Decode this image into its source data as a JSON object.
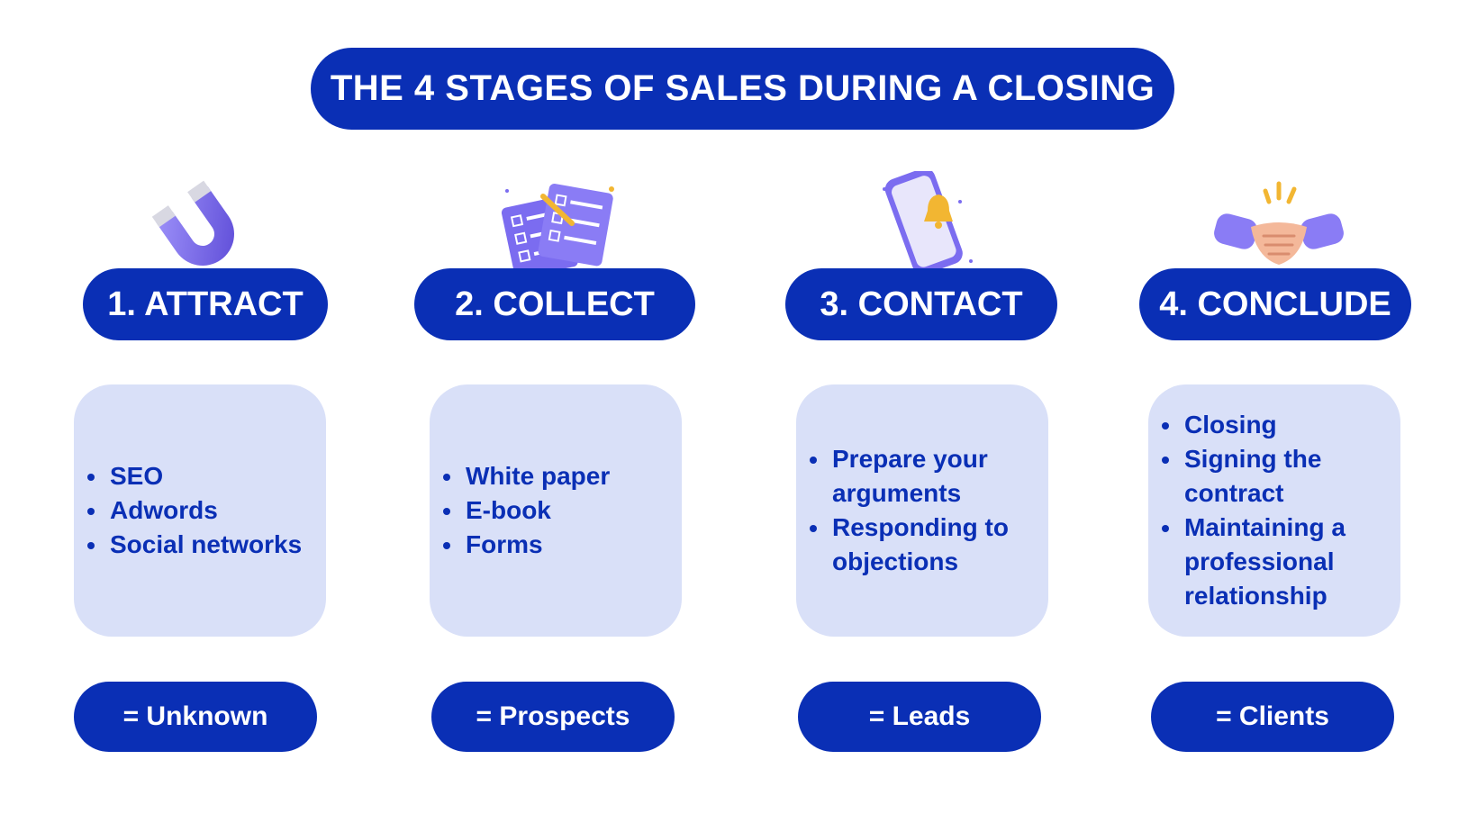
{
  "title": "THE 4 STAGES OF SALES DURING A CLOSING",
  "colors": {
    "primary": "#0a2fb5",
    "box_fill": "#d9e0f8",
    "icon_purple": "#7b6cf0",
    "icon_gold": "#f2b632"
  },
  "stages": [
    {
      "label": "1. ATTRACT",
      "icon": "magnet-icon",
      "items": [
        "SEO",
        "Adwords",
        "Social networks"
      ],
      "result": "= Unknown"
    },
    {
      "label": "2. COLLECT",
      "icon": "checklist-icon",
      "items": [
        "White paper",
        "E-book",
        "Forms"
      ],
      "result": "= Prospects"
    },
    {
      "label": "3. CONTACT",
      "icon": "phone-notification-icon",
      "items": [
        "Prepare your arguments",
        "Responding to objections"
      ],
      "result": "= Leads"
    },
    {
      "label": "4. CONCLUDE",
      "icon": "handshake-icon",
      "items": [
        "Closing",
        "Signing the contract",
        "Maintaining a professional relationship"
      ],
      "result": "= Clients"
    }
  ]
}
